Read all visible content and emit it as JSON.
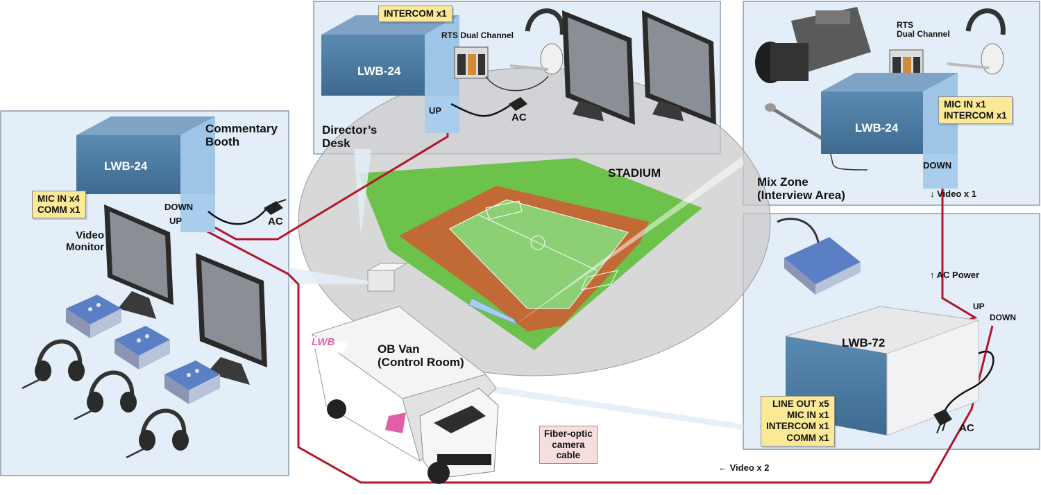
{
  "panels": {
    "commentary": {
      "title": "Commentary\nBooth",
      "video_monitor": "Video\nMonitor"
    },
    "directors": {
      "title": "Director’s\nDesk"
    },
    "mixzone": {
      "title": "Mix Zone\n(Interview Area)"
    },
    "ob_van": {
      "title": "OB Van\n(Control Room)",
      "logo": "LWB"
    }
  },
  "stadium": {
    "label": "STADIUM"
  },
  "devices": {
    "commentary_unit": {
      "name": "LWB-24",
      "port_down": "DOWN",
      "port_up": "UP",
      "power": "AC",
      "tag": "MIC IN x4\nCOMM x1"
    },
    "director_unit": {
      "name": "LWB-24",
      "port_up": "UP",
      "power": "AC",
      "tag": "INTERCOM x1",
      "intercom": "RTS Dual Channel"
    },
    "mixzone_unit": {
      "name": "LWB-24",
      "port_down": "DOWN",
      "tag": "MIC IN x1\nINTERCOM x1",
      "intercom": "RTS\nDual Channel",
      "video": "↓  Video x 1"
    },
    "main_unit": {
      "name": "LWB-72",
      "port_up": "UP",
      "port_down": "DOWN",
      "power": "AC",
      "tag": "LINE OUT x5\nMIC IN x1\nINTERCOM x1\nCOMM x1",
      "ac_power": "↑  AC Power"
    }
  },
  "cable": {
    "label": "Fiber-optic\ncamera\ncable",
    "video": "←  Video x 2",
    "color": "#b3152a"
  },
  "colors": {
    "panel_bg": "#e4eef8",
    "panel_border": "#8a9aab",
    "box_front": "#4a7aa0",
    "box_top": "#7fa3c4",
    "box_side": "#9ec4e6",
    "tag_bg": "#fbe996",
    "grass": "#6cc24a",
    "track": "#c26a35"
  }
}
